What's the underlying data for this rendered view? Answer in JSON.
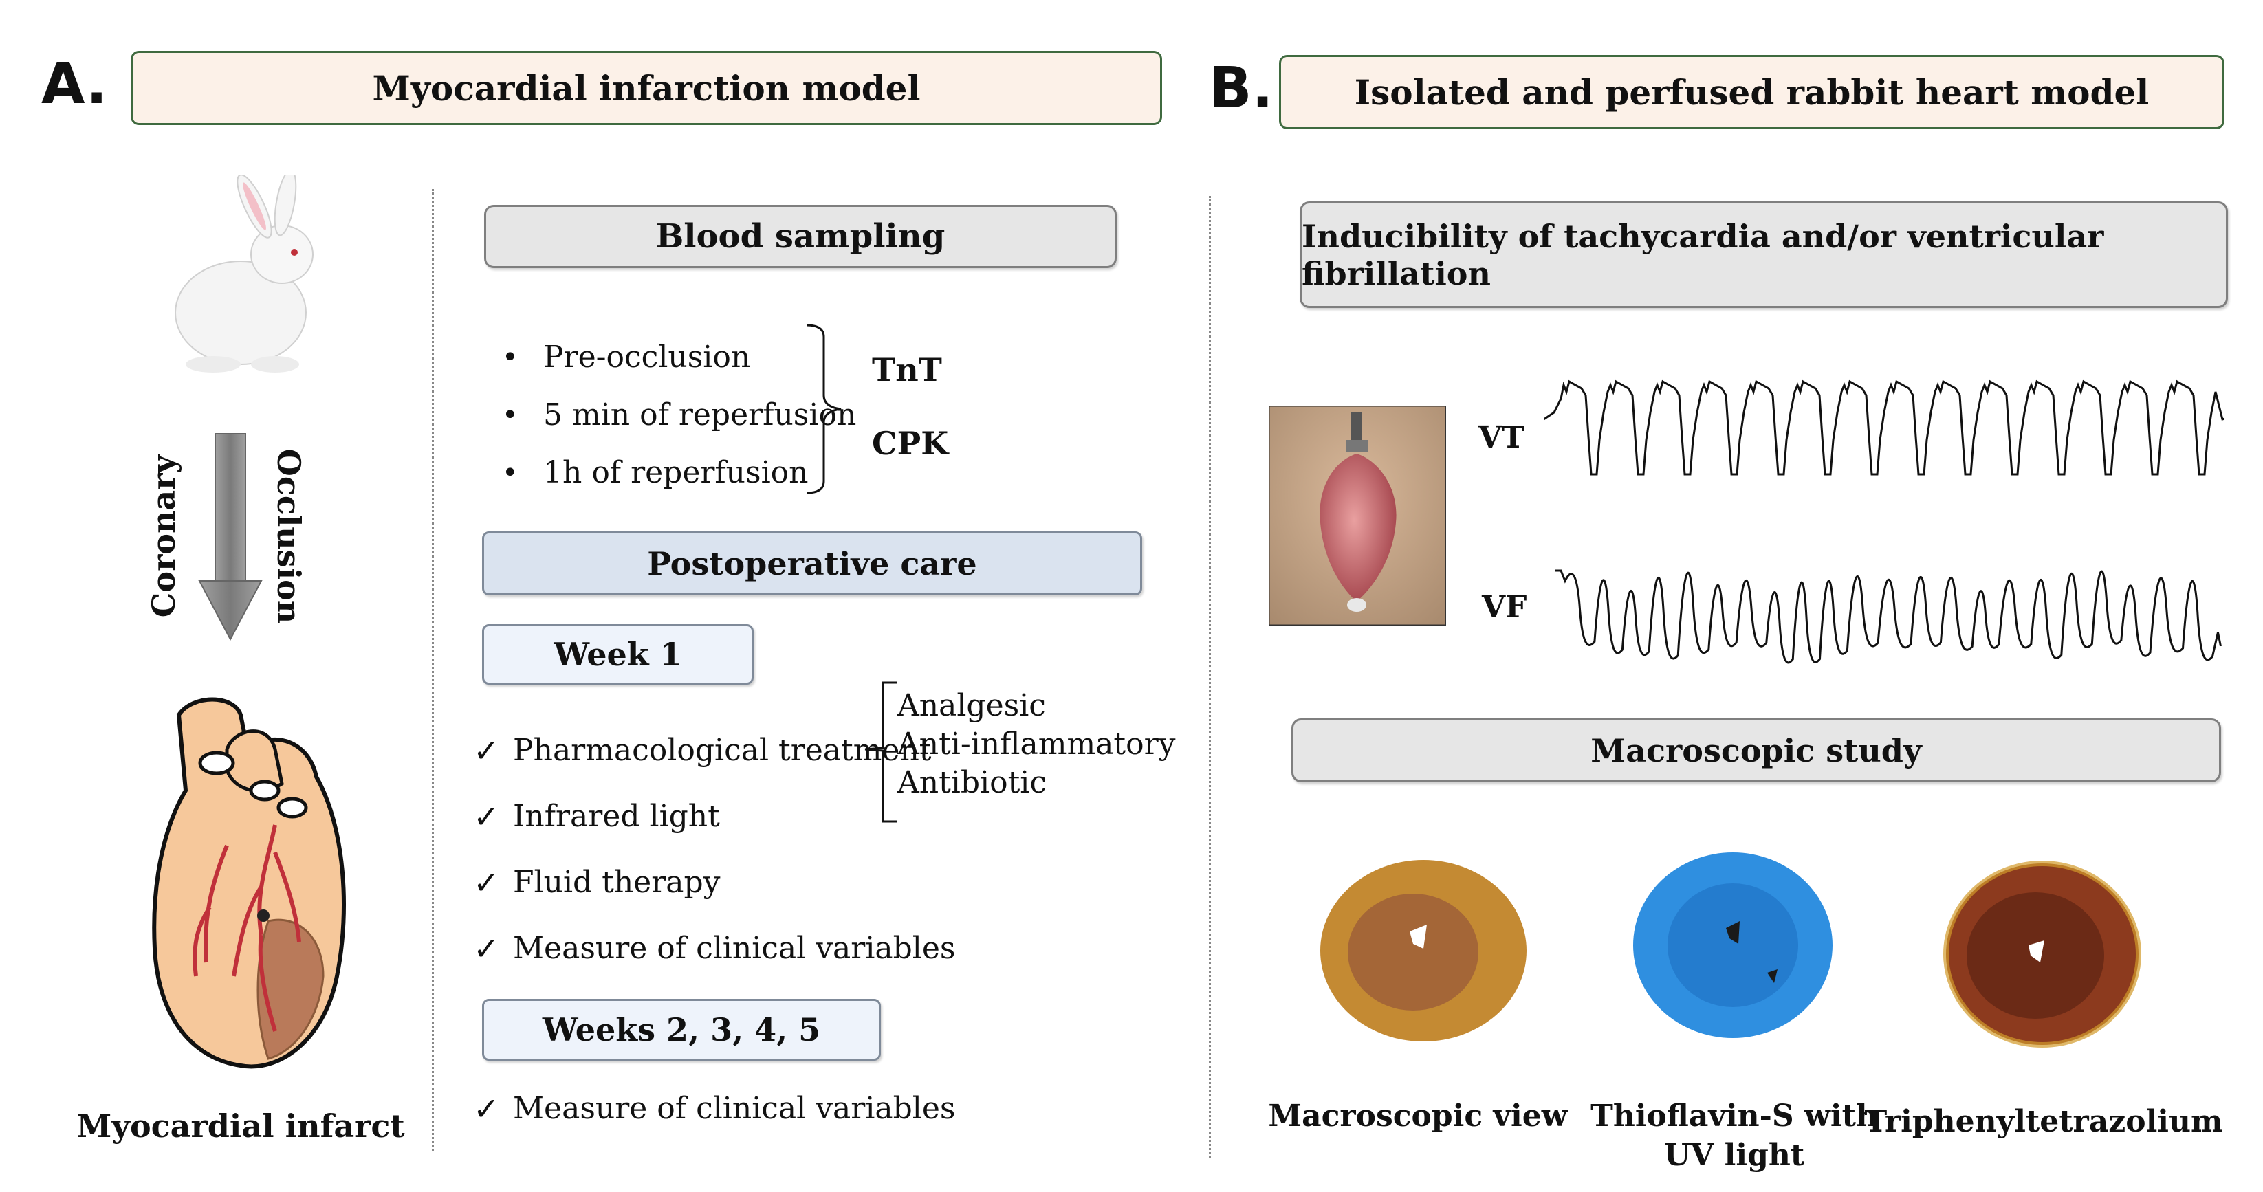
{
  "panel_a": {
    "letter": "A.",
    "title": "Myocardial infarction model",
    "arrow_left_label": "Coronary",
    "arrow_right_label": "Occlusion",
    "heart_caption": "Myocardial infarct",
    "blood_sampling": {
      "title": "Blood sampling",
      "timepoints": [
        "Pre-occlusion",
        "5 min of reperfusion",
        "1h of reperfusion"
      ],
      "markers": [
        "TnT",
        "CPK"
      ]
    },
    "postoperative_care": {
      "title": "Postoperative care",
      "week1_title": "Week 1",
      "week1_items": [
        "Pharmacological treatment",
        "Infrared light",
        "Fluid therapy",
        "Measure of clinical variables"
      ],
      "treatments": [
        "Analgesic",
        "Anti-inflammatory",
        "Antibiotic"
      ],
      "weeks_later_title": "Weeks 2, 3, 4, 5",
      "weeks_later_items": [
        "Measure of clinical variables"
      ]
    }
  },
  "panel_b": {
    "letter": "B.",
    "title": "Isolated and perfused rabbit heart model",
    "inducibility_title": "Inducibility of tachycardia  and/or ventricular fibrillation",
    "trace_vt_label": "VT",
    "trace_vf_label": "VF",
    "macroscopic_title": "Macroscopic study",
    "slices": [
      {
        "caption_line1": "Macroscopic view",
        "caption_line2": "",
        "fill": "#c48a33",
        "inner": "#9a5a3a"
      },
      {
        "caption_line1": "Thioflavin-S with",
        "caption_line2": "UV light",
        "fill": "#2f8fe0",
        "inner": "#1e6fc2"
      },
      {
        "caption_line1": "Triphenyltetrazolium",
        "caption_line2": "",
        "fill": "#8c3a1e",
        "inner": "#5c2412"
      }
    ]
  },
  "symbols": {
    "bullet": "•",
    "check": "✓"
  }
}
